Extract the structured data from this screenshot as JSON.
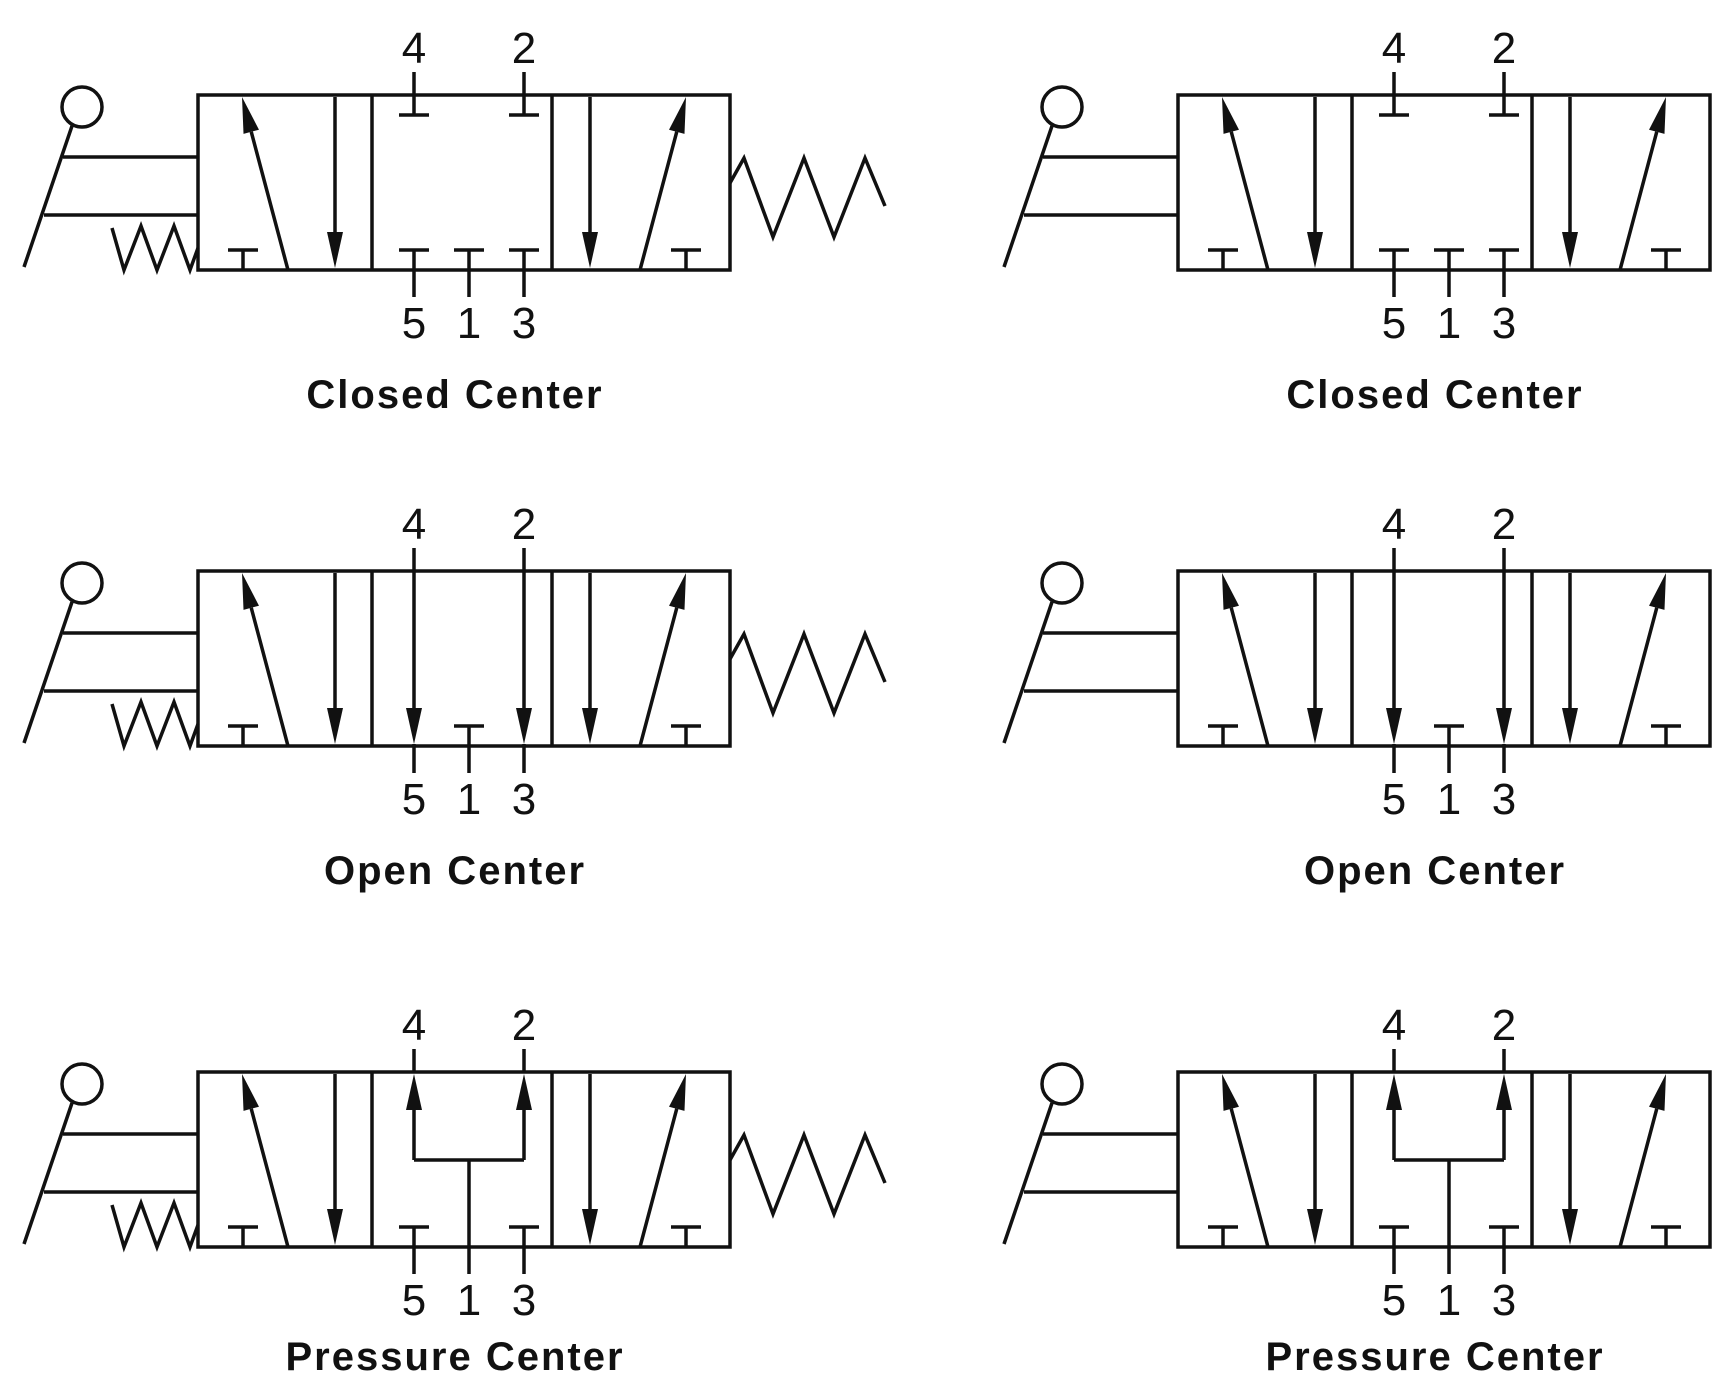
{
  "diagrams": [
    {
      "variant": "closed",
      "spring_return": true,
      "caption": "Closed Center",
      "top_ports": [
        "4",
        "2"
      ],
      "bottom_ports": [
        "5",
        "1",
        "3"
      ]
    },
    {
      "variant": "closed",
      "spring_return": false,
      "caption": "Closed Center",
      "top_ports": [
        "4",
        "2"
      ],
      "bottom_ports": [
        "5",
        "1",
        "3"
      ]
    },
    {
      "variant": "open",
      "spring_return": true,
      "caption": "Open Center",
      "top_ports": [
        "4",
        "2"
      ],
      "bottom_ports": [
        "5",
        "1",
        "3"
      ]
    },
    {
      "variant": "open",
      "spring_return": false,
      "caption": "Open Center",
      "top_ports": [
        "4",
        "2"
      ],
      "bottom_ports": [
        "5",
        "1",
        "3"
      ]
    },
    {
      "variant": "pressure",
      "spring_return": true,
      "caption": "Pressure Center",
      "top_ports": [
        "4",
        "2"
      ],
      "bottom_ports": [
        "5",
        "1",
        "3"
      ]
    },
    {
      "variant": "pressure",
      "spring_return": false,
      "caption": "Pressure Center",
      "top_ports": [
        "4",
        "2"
      ],
      "bottom_ports": [
        "5",
        "1",
        "3"
      ]
    }
  ],
  "colors": {
    "line": "#111111",
    "background": "#ffffff"
  }
}
